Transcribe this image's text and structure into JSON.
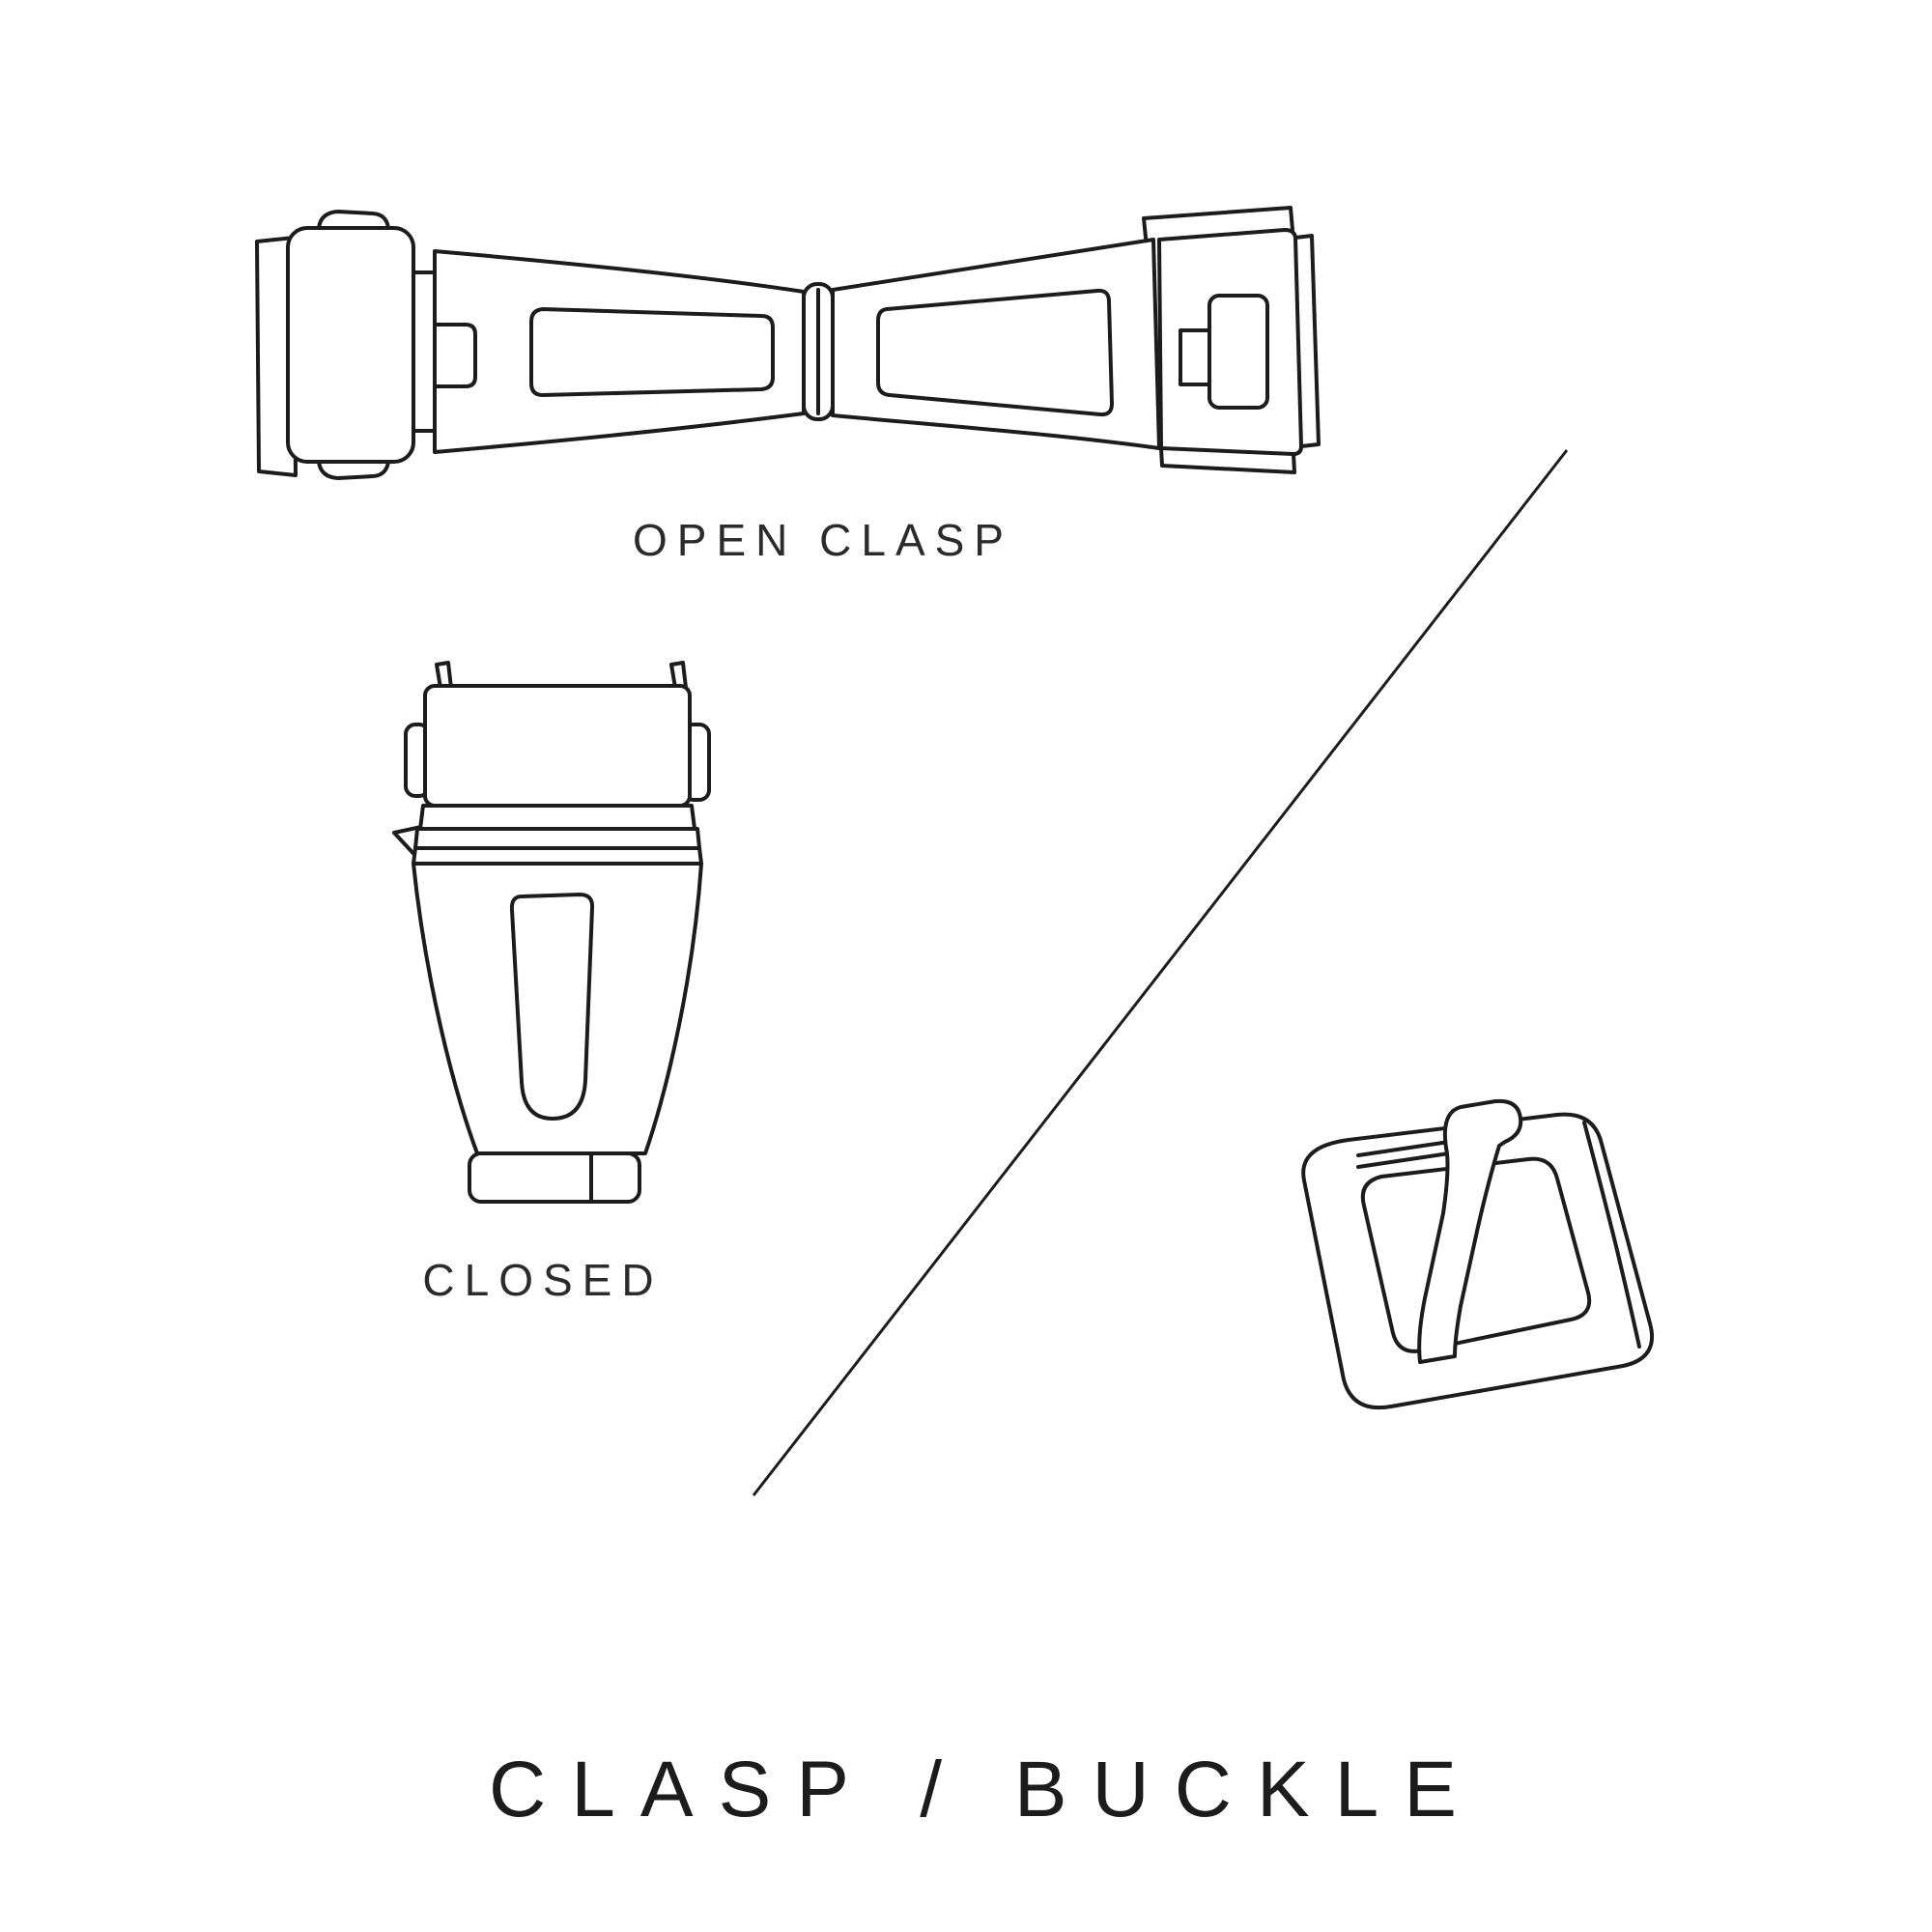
{
  "meta": {
    "background_color": "#ffffff",
    "line_color": "#1c1c1c"
  },
  "labels": {
    "open_clasp": "OPEN CLASP",
    "closed": "CLOSED",
    "title": "CLASP / BUCKLE"
  },
  "illustrations": {
    "open_clasp": "open-clasp-drawing",
    "closed_clasp": "closed-clasp-drawing",
    "buckle": "buckle-drawing",
    "divider": "diagonal-divider-line"
  }
}
